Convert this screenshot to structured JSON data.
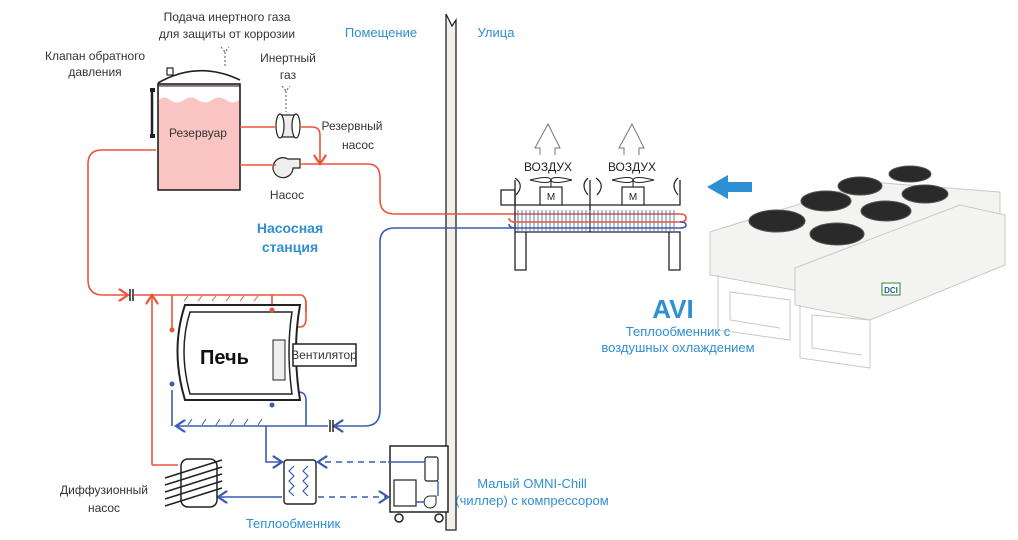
{
  "labels": {
    "inert_gas_supply": [
      "Подача инертного газа",
      "для защиты от коррозии"
    ],
    "back_pressure_valve": [
      "Клапан обратного",
      "давления"
    ],
    "inert_gas": [
      "Инертный",
      "газ"
    ],
    "reservoir": "Резервуар",
    "backup_pump": [
      "Резервный",
      "насос"
    ],
    "pump": "Насос",
    "pump_station": [
      "Насосная",
      "станция"
    ],
    "indoor": "Помещение",
    "outdoor": "Улица",
    "air_left": "ВОЗДУХ",
    "air_right": "ВОЗДУХ",
    "motor_left": "M",
    "motor_right": "M",
    "furnace": "Печь",
    "fan": "Вентилятор",
    "diffusion_pump": [
      "Диффузионный",
      "насос"
    ],
    "heat_exchanger": "Теплообменник",
    "chiller": [
      "Малый OMNI-Chill",
      "(чиллер) с компрессором"
    ],
    "avi_title": "AVI",
    "avi_desc": [
      "Теплообменник с",
      "воздушных охлаждением"
    ],
    "brand": "DCI"
  },
  "colors": {
    "hot_line": "#e8553a",
    "cold_line": "#3a5cb0",
    "accent_text": "#2f8fd3",
    "reservoir_fill": "#f9c4c2",
    "arrow": "#2f8fd3"
  }
}
